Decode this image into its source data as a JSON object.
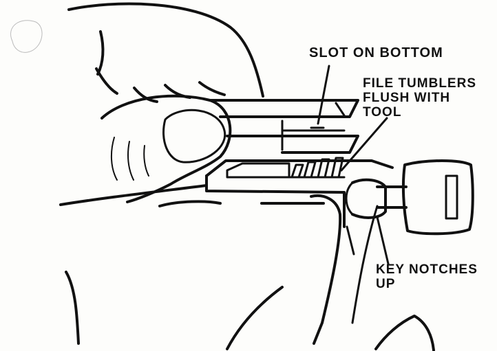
{
  "labels": {
    "slot_on_bottom": "SLOT ON BOTTOM",
    "file_tumblers": [
      "FILE TUMBLERS",
      "FLUSH WITH",
      "TOOL"
    ],
    "key_notches": [
      "KEY NOTCHES",
      "UP"
    ]
  },
  "colors": {
    "ink": "#111111",
    "paper": "#fdfdfb"
  }
}
